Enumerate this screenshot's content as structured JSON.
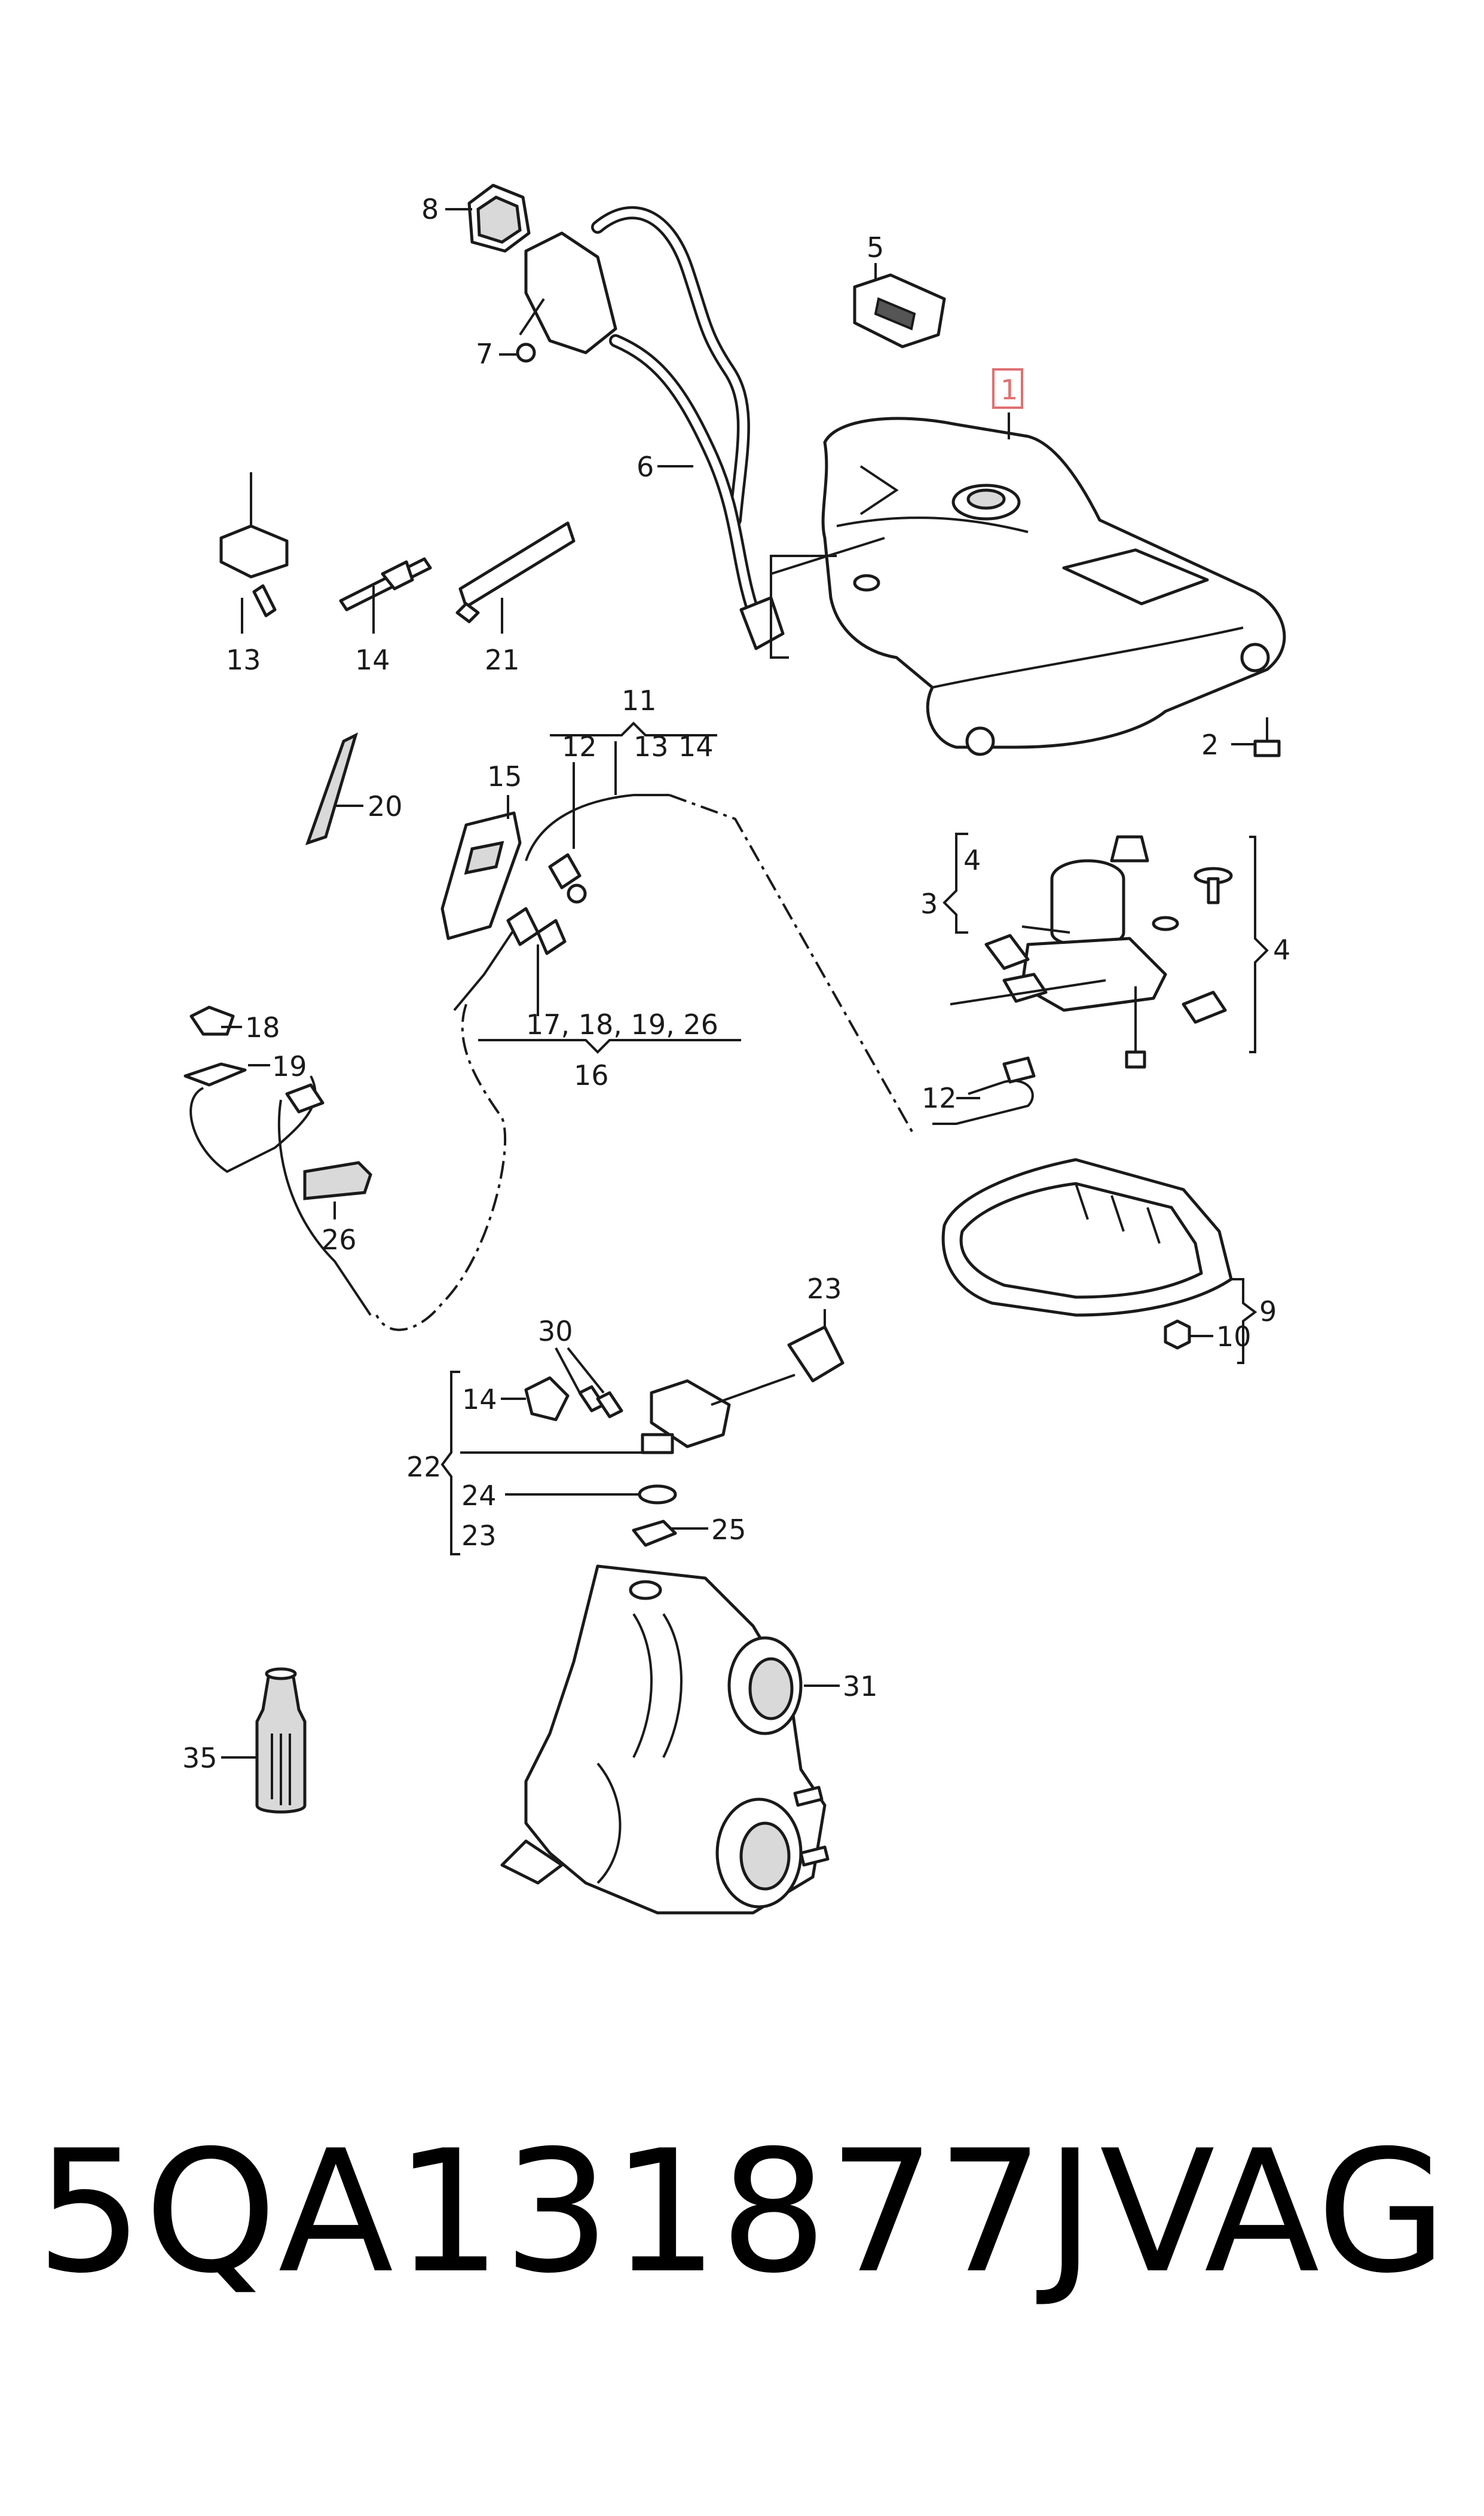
{
  "diagram": {
    "callouts": {
      "c1": "1",
      "c2": "2",
      "c3": "3",
      "c4a": "4",
      "c4b": "4",
      "c5": "5",
      "c6": "6",
      "c7": "7",
      "c8": "8",
      "c9": "9",
      "c10": "10",
      "c11": "11",
      "c12a": "12",
      "c12b": "12",
      "c13": "13",
      "c13b": "13",
      "c14a": "14",
      "c14b": "14",
      "c14c": "14",
      "c15": "15",
      "c16": "16",
      "c17group": "17, 18, 19, 26",
      "c18": "18",
      "c19": "19",
      "c20": "20",
      "c21": "21",
      "c22": "22",
      "c23a": "23",
      "c23b": "23",
      "c24": "24",
      "c25": "25",
      "c26": "26",
      "c30": "30",
      "c31": "31",
      "c35": "35"
    },
    "highlight_color": "#e07070"
  },
  "footer": {
    "part_number": "5QA131877J",
    "brand": "VAG"
  }
}
